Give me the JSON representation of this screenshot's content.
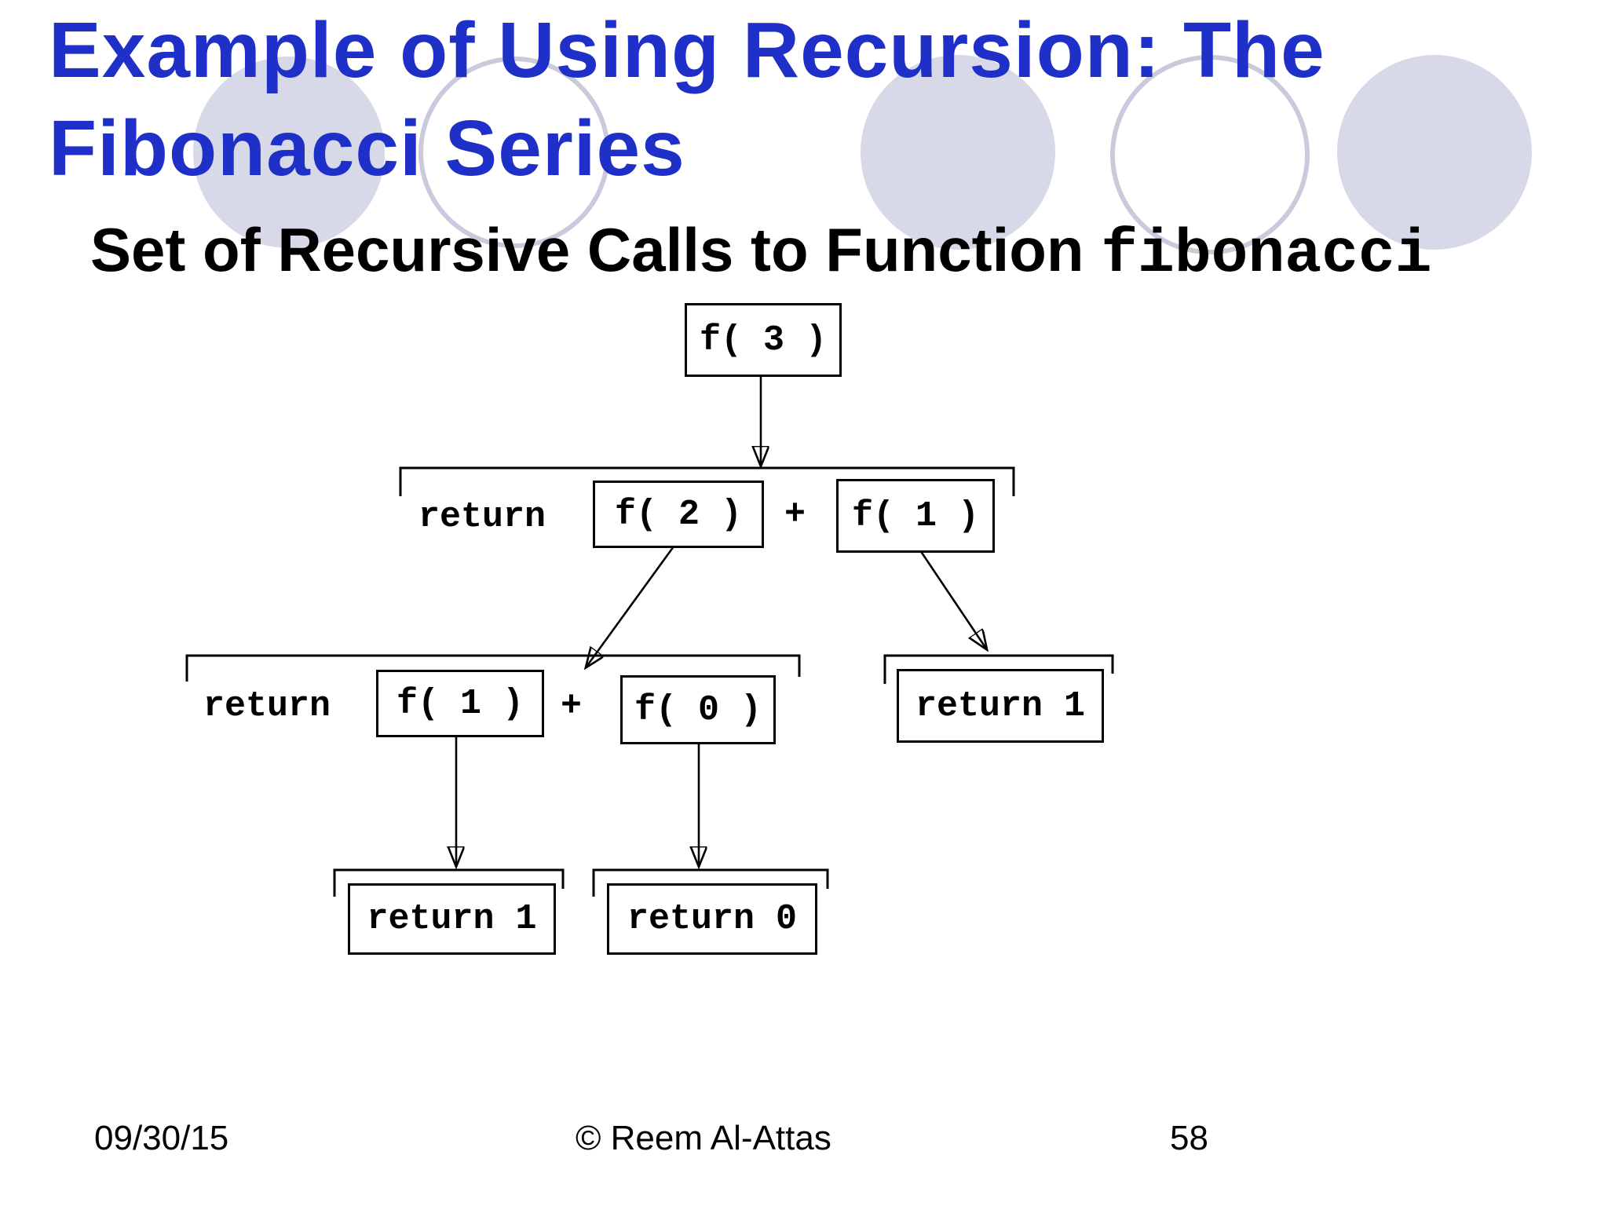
{
  "colors": {
    "title_blue": "#1f30c9",
    "circle_fill": "#d8d9e8",
    "circle_stroke": "#c9cadc",
    "ink": "#000000"
  },
  "title": {
    "line1": "Example of Using Recursion: The",
    "line2": "Fibonacci Series"
  },
  "subtitle": {
    "text": "Set of Recursive Calls to Function ",
    "code": "fibonacci"
  },
  "diagram": {
    "boxes": [
      {
        "id": "f3",
        "label": "f( 3 )"
      },
      {
        "id": "f2",
        "label": "f( 2 )"
      },
      {
        "id": "f1-right",
        "label": "f( 1 )"
      },
      {
        "id": "f1-left",
        "label": "f( 1 )"
      },
      {
        "id": "f0",
        "label": "f( 0 )"
      },
      {
        "id": "return1-right",
        "label": "return 1"
      },
      {
        "id": "return1-bottom",
        "label": "return 1"
      },
      {
        "id": "return0-bottom",
        "label": "return 0"
      }
    ],
    "inline_labels": [
      {
        "id": "return-level2",
        "label": "return"
      },
      {
        "id": "plus-level2",
        "label": "+"
      },
      {
        "id": "return-level3",
        "label": "return"
      },
      {
        "id": "plus-level3",
        "label": "+"
      }
    ],
    "edges": [
      {
        "from": "f( 3 )",
        "to": "return f( 2 ) + f( 1 )"
      },
      {
        "from": "f( 2 )",
        "to": "return f( 1 ) + f( 0 )"
      },
      {
        "from": "f( 1 ) right",
        "to": "return 1"
      },
      {
        "from": "f( 1 ) left",
        "to": "return 1"
      },
      {
        "from": "f( 0 )",
        "to": "return 0"
      }
    ]
  },
  "footer": {
    "date": "09/30/15",
    "copyright": "© Reem Al-Attas",
    "page": "58"
  }
}
